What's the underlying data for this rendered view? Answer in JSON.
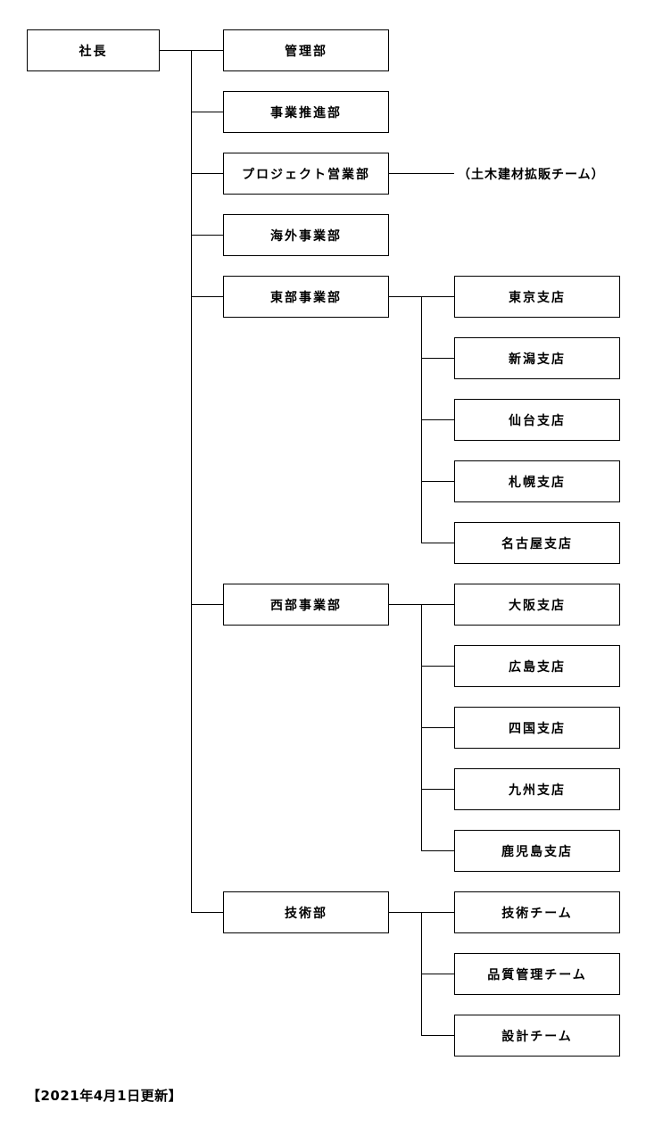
{
  "org_chart": {
    "president": "社長",
    "departments": {
      "management": "管理部",
      "business_promotion": "事業推進部",
      "project_sales": "プロジェクト営業部",
      "overseas": "海外事業部",
      "east": "東部事業部",
      "west": "西部事業部",
      "engineering": "技術部"
    },
    "project_sales_note": "（土木建材拡販チーム）",
    "east_branches": [
      "東京支店",
      "新潟支店",
      "仙台支店",
      "札幌支店",
      "名古屋支店"
    ],
    "west_branches": [
      "大阪支店",
      "広島支店",
      "四国支店",
      "九州支店",
      "鹿児島支店"
    ],
    "engineering_teams": [
      "技術チーム",
      "品質管理チーム",
      "設計チーム"
    ]
  },
  "footer": {
    "updated": "【2021年4月1日更新】"
  }
}
